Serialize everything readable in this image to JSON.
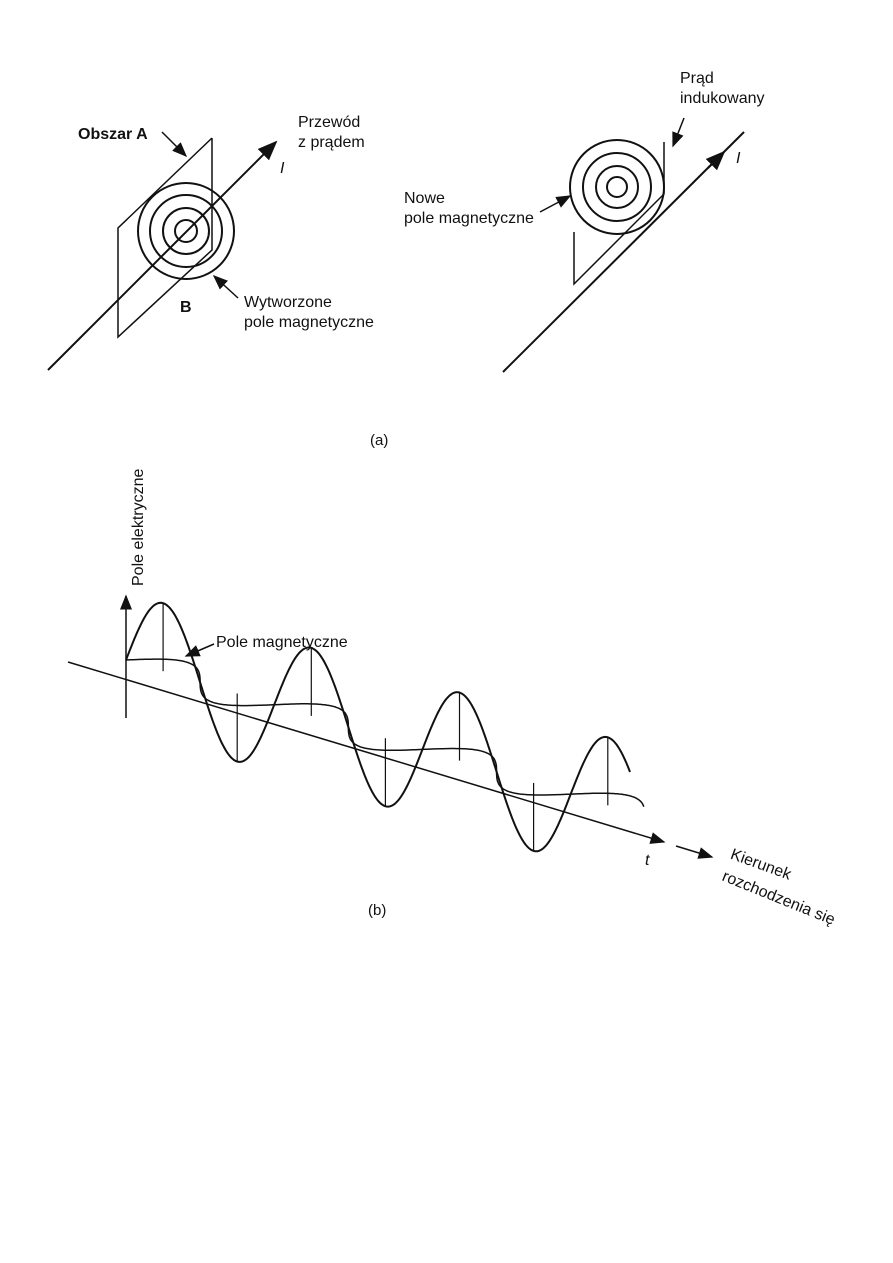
{
  "panel_a": {
    "left": {
      "area_label": "Obszar A",
      "wire_label_1": "Przewód",
      "wire_label_2": "z prądem",
      "current_symbol": "I",
      "field_symbol": "B",
      "field_label_1": "Wytworzone",
      "field_label_2": "pole magnetyczne"
    },
    "right": {
      "induced_label_1": "Prąd",
      "induced_label_2": "indukowany",
      "current_symbol": "I",
      "new_field_label_1": "Nowe",
      "new_field_label_2": "pole magnetyczne"
    },
    "caption": "(a)"
  },
  "panel_b": {
    "electric_field_label": "Pole elektryczne",
    "magnetic_field_label": "Pole magnetyczne",
    "time_symbol": "t",
    "direction_label_1": "Kierunek",
    "direction_label_2": "rozchodzenia się",
    "caption": "(b)"
  }
}
